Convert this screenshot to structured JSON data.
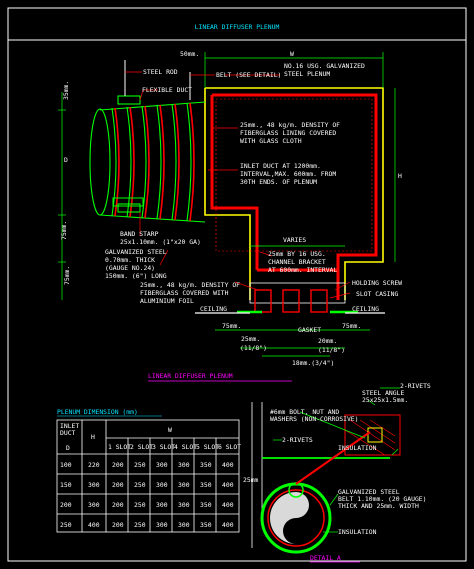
{
  "title": "LINEAR  DIFFUSER  PLENUM",
  "colors": {
    "frame": "#ffffff",
    "title": "#00e5ff",
    "wall": "#ffff00",
    "lining": "#ff0000",
    "duct": "#00ff00",
    "dimension": "#00ff00",
    "callout": "#ff0000",
    "detail_ring": "#00ff00",
    "caption": "#ff00ff"
  },
  "section": {
    "caption": "LINEAR  DIFFUSER  PLENUM",
    "dims": {
      "top_50": "50mm.",
      "w": "W",
      "h": "H",
      "d": "D",
      "left_35": "35mm.",
      "left_75a": "75mm.",
      "left_75b": "75mm.",
      "varies": "VARIES",
      "bottom_75a": "75mm.",
      "bottom_75b": "75mm.",
      "bottom_25": "25mm.",
      "bottom_25_in": "(11/8\")",
      "bottom_20": "20mm.",
      "bottom_20_in": "(11/8\")",
      "bottom_18": "18mm.(3/4\")"
    },
    "labels": {
      "steel_rod": "STEEL ROD",
      "flexible_duct": "FLEXIBLE DUCT",
      "belt": "BELT (SEE DETAIL)",
      "galv": "NO.16 USG. GALVANIZED\nSTEEL PLENUM",
      "lining": "25mm., 48 kg/m. DENSITY OF\nFIBERGLASS LINING COVERED\nWITH GLASS CLOTH",
      "inlet": "INLET DUCT AT 1200mm.\nINTERVAL,MAX. 600mm. FROM\n30TH ENDS. OF PLENUM",
      "band": "BAND STARP\n25x1.10mm. (1\"x20 GA)",
      "galv2": "GALVANIZED STEEL\n0.70mm. THICK\n(GAUGE NO.24)\n150mm. (6\") LONG",
      "channel": "25mm BY 16 USG.\nCHANNEL BRACKET\nAT 600mm. INTERVAL",
      "fiber2": "25mm., 48 kg/m. DENSITY OF\nFIBERGLASS COVERED WITH\nALUMINIUM FOIL",
      "holding": "HOLDING SCREW",
      "slot": "SLOT CASING",
      "ceiling_l": "CEILING",
      "ceiling_r": "CEILING",
      "gasket": "GASKET"
    }
  },
  "table": {
    "caption": "PLENUM  DIMENSION  (mm)",
    "headers": {
      "inlet": "INLET\nDUCT",
      "d": "D",
      "h": "H",
      "w": "W",
      "slots": [
        "1 SLOT",
        "2 SLOT",
        "3 SLOT",
        "4 SLOT",
        "5 SLOT",
        "6 SLOT"
      ]
    },
    "rows": [
      {
        "d": "100",
        "h": "220",
        "w": [
          "200",
          "250",
          "300",
          "300",
          "350",
          "400"
        ]
      },
      {
        "d": "150",
        "h": "300",
        "w": [
          "200",
          "250",
          "300",
          "300",
          "350",
          "400"
        ]
      },
      {
        "d": "200",
        "h": "300",
        "w": [
          "200",
          "250",
          "300",
          "300",
          "350",
          "400"
        ]
      },
      {
        "d": "250",
        "h": "400",
        "w": [
          "200",
          "250",
          "300",
          "300",
          "350",
          "400"
        ]
      }
    ]
  },
  "detail": {
    "caption": "DETAIL  A",
    "labels": {
      "rivets_top": "2-RIVETS",
      "steel_angle": "STEEL ANGLE\n25x25x1.5mm.",
      "bolt": "#6mm BOLT, NUT AND\nWASHERS (NON-CORROSIVE)",
      "rivets_mid": "2-RIVETS",
      "insulation_top": "INSULATION",
      "belt": "GALVANIZED STEEL\nBELT 1.10mm. (20 GAUGE)\nTHICK AND 25mm. WIDTH",
      "insulation_bot": "INSULATION",
      "dim_25": "25mm"
    }
  }
}
